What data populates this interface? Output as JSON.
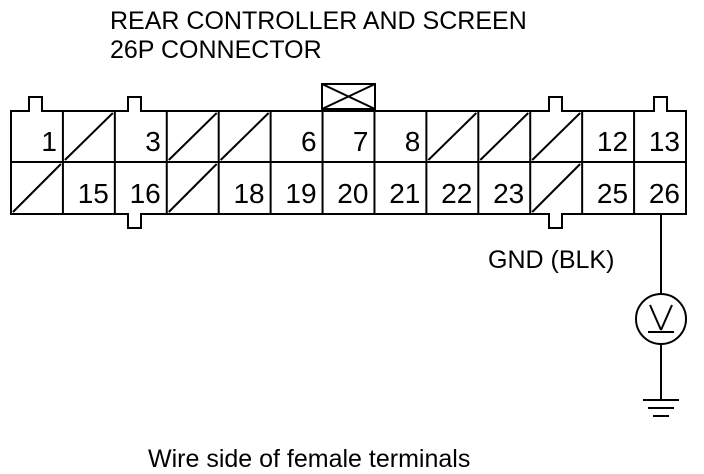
{
  "title": {
    "line1": "REAR CONTROLLER AND SCREEN",
    "line2": "26P CONNECTOR"
  },
  "connector": {
    "top_row": [
      "1",
      "",
      "3",
      "",
      "",
      "6",
      "7",
      "8",
      "",
      "",
      "",
      "12",
      "13"
    ],
    "bottom_row": [
      "",
      "15",
      "16",
      "",
      "18",
      "19",
      "20",
      "21",
      "22",
      "23",
      "",
      "25",
      "26"
    ]
  },
  "probe_label": "GND (BLK)",
  "caption": "Wire side of female terminals",
  "icons": {
    "voltmeter": "voltmeter-icon",
    "ground": "ground-icon",
    "key": "connector-key-icon"
  }
}
